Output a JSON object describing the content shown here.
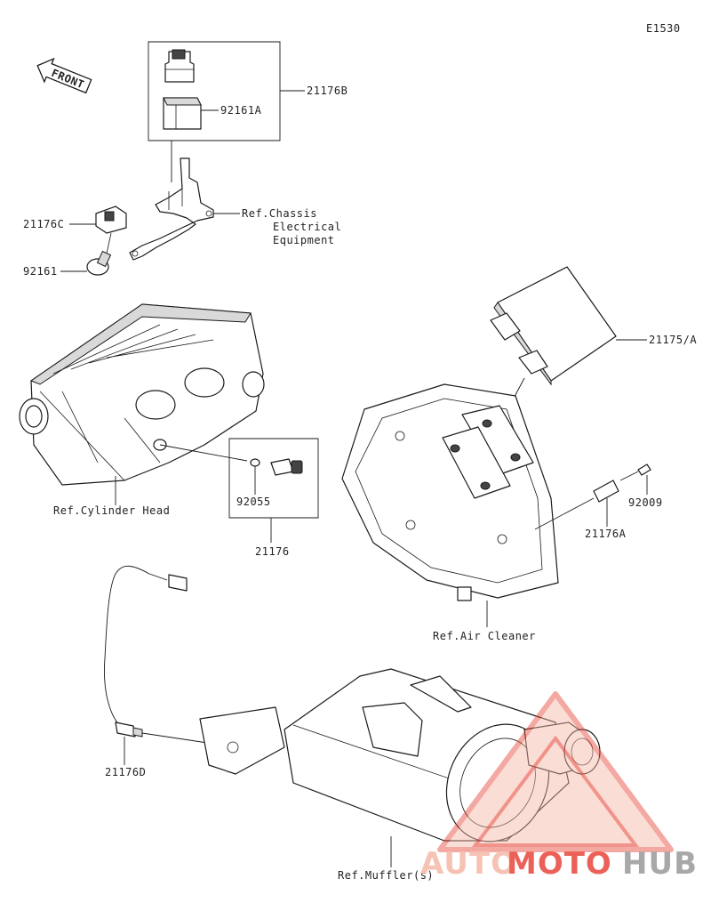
{
  "diagram_code": "E1530",
  "front_label": "FRONT",
  "parts": {
    "p21176B": "21176B",
    "p92161A": "92161A",
    "p21176C": "21176C",
    "p92161": "92161",
    "p21175A": "21175/A",
    "p92055": "92055",
    "p21176": "21176",
    "p92009": "92009",
    "p21176A": "21176A",
    "p21176D": "21176D"
  },
  "refs": {
    "chassis_1": "Ref.Chassis",
    "chassis_2": "Electrical",
    "chassis_3": "Equipment",
    "cylinder_head": "Ref.Cylinder Head",
    "air_cleaner": "Ref.Air Cleaner",
    "muffler": "Ref.Muffler(s)"
  },
  "watermark": {
    "part1": "AUTO",
    "part2": "MOTO",
    "part3": "HUB",
    "color_light": "#f5b8a8",
    "color_red": "#e8463a",
    "color_grey": "#9a9a9a"
  }
}
